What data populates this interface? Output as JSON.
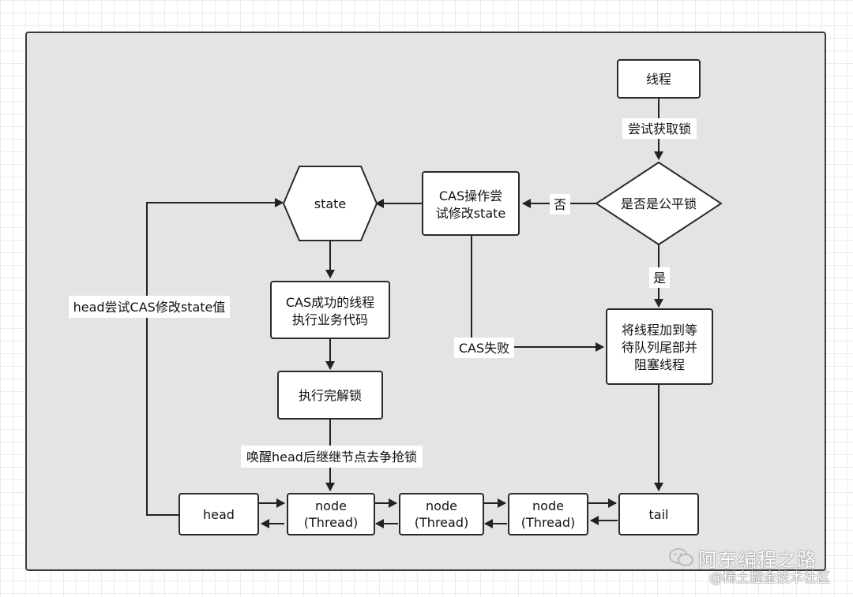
{
  "nodes": {
    "thread": "线程",
    "is_fair_lock": "是否是公平锁",
    "cas_try_line1": "CAS操作尝",
    "cas_try_line2": "试修改state",
    "state": "state",
    "cas_success_line1": "CAS成功的线程",
    "cas_success_line2": "执行业务代码",
    "release_lock": "执行完解锁",
    "enqueue_line1": "将线程加到等",
    "enqueue_line2": "待队列尾部并",
    "enqueue_line3": "阻塞线程",
    "head": "head",
    "node_line1": "node",
    "node_line2": "(Thread)",
    "tail": "tail"
  },
  "edge_labels": {
    "try_acquire": "尝试获取锁",
    "no": "否",
    "yes": "是",
    "cas_failed": "CAS失败",
    "head_cas": "head尝试CAS修改state值",
    "wake_successor": "唤醒head后继继节点去争抢锁"
  },
  "watermark": {
    "main": "阿东编程之路",
    "sub": "@稀土掘金技术社区"
  }
}
